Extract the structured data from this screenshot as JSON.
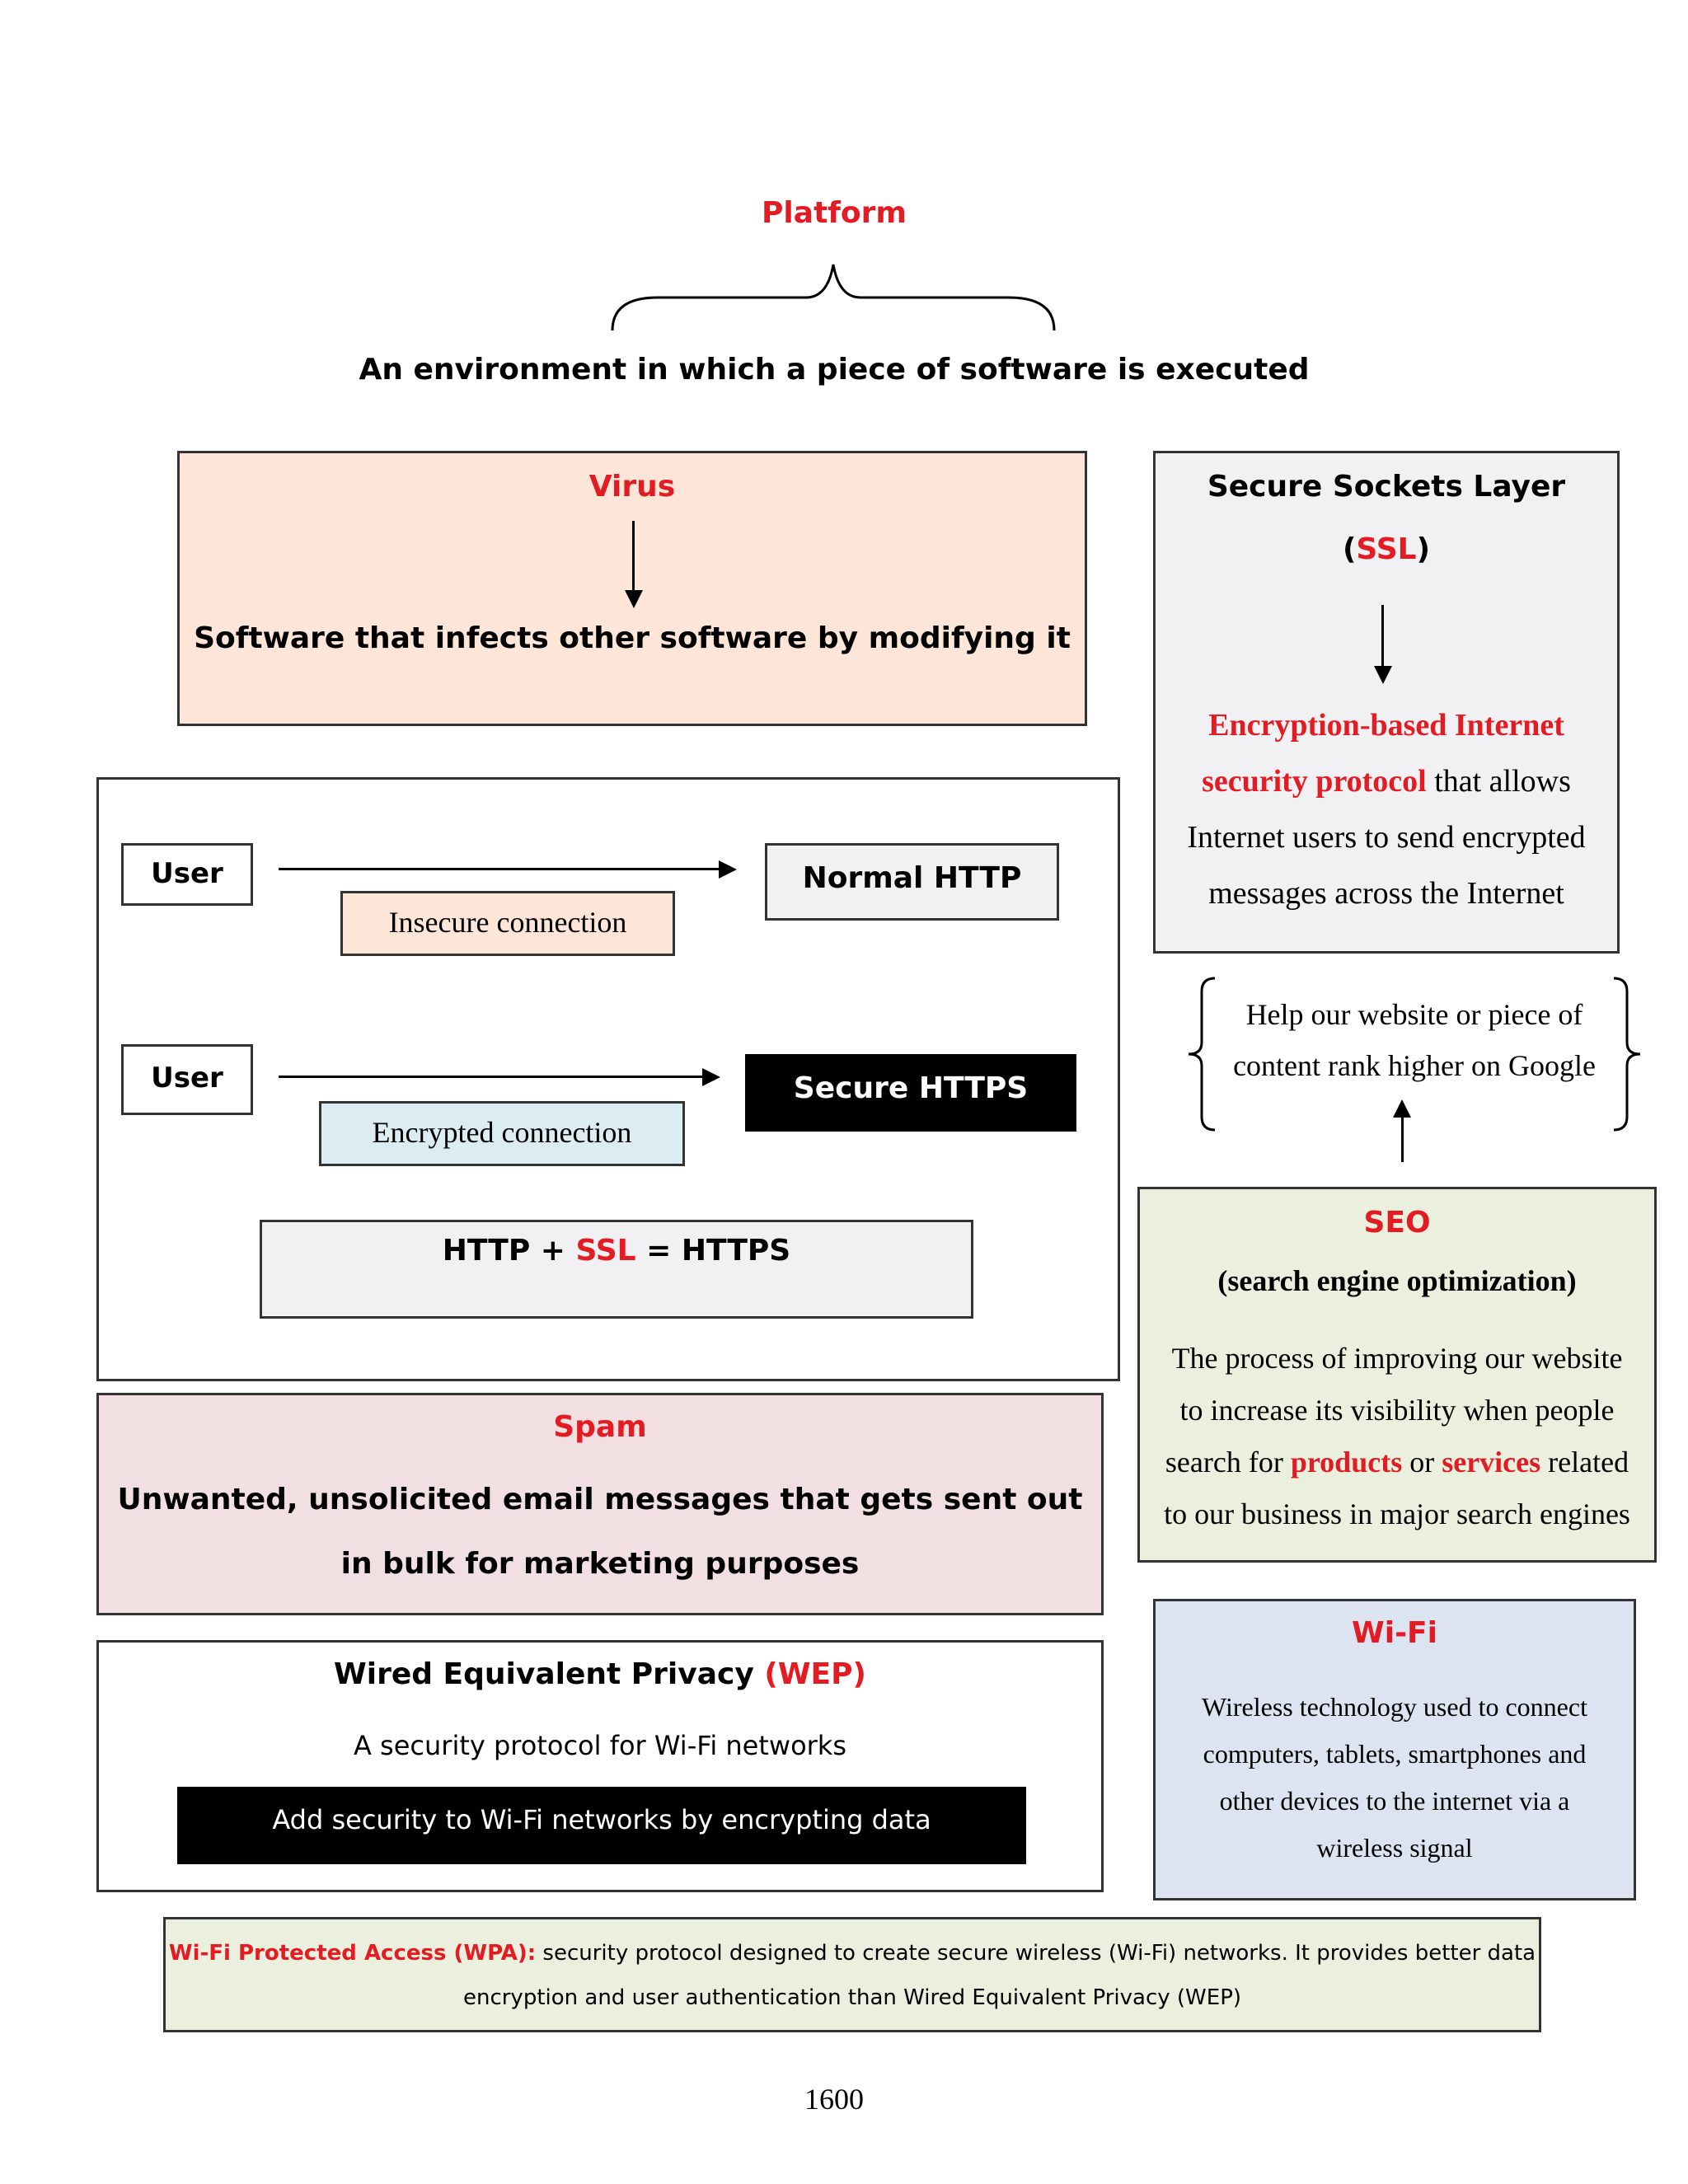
{
  "platform": {
    "title": "Platform",
    "definition": "An environment in which a piece of software is executed"
  },
  "virus": {
    "title": "Virus",
    "definition": "Software that infects other software by modifying it"
  },
  "ssl": {
    "title": "Secure Sockets Layer",
    "abbr_open": "(",
    "abbr": "SSL",
    "abbr_close": ")",
    "highlight_1": "Encryption-based Internet",
    "highlight_2": "security protocol",
    "rest_1": " that allows",
    "rest_2": "Internet users to send encrypted",
    "rest_3": "messages across the Internet"
  },
  "http_diagram": {
    "user_1": "User",
    "normal": "Normal HTTP",
    "insecure": "Insecure connection",
    "user_2": "User",
    "secure": "Secure HTTPS",
    "encrypted": "Encrypted connection",
    "formula_a": "HTTP + ",
    "formula_ssl": "SSL",
    "formula_b": " = HTTPS"
  },
  "seo_help": {
    "line_1": "Help our website or piece of",
    "line_2": "content rank higher on Google"
  },
  "seo": {
    "title": "SEO",
    "subtitle": "(search engine optimization)",
    "line_1": "The process of improving our website",
    "line_2": "to increase its visibility when people",
    "line_3a": "search for ",
    "products": "products",
    "line_3b": " or ",
    "services": "services",
    "line_3c": " related",
    "line_4": "to our business in major search engines"
  },
  "spam": {
    "title": "Spam",
    "line_1": "Unwanted, unsolicited email messages that gets sent out",
    "line_2": "in bulk for marketing purposes"
  },
  "wep": {
    "title": "Wired Equivalent Privacy ",
    "abbr": "(WEP)",
    "definition": "A security protocol for Wi-Fi networks",
    "purpose": "Add security to Wi-Fi networks by encrypting data"
  },
  "wifi": {
    "title": "Wi-Fi",
    "line_1": "Wireless technology used to connect",
    "line_2": "computers, tablets, smartphones and",
    "line_3": "other devices to the internet via a",
    "line_4": "wireless signal"
  },
  "wpa": {
    "label": "Wi-Fi Protected Access (WPA):",
    "text_1": " security protocol designed to create secure wireless (Wi-Fi) networks. It provides better data",
    "text_2": "encryption and user authentication than Wired Equivalent Privacy (WEP)"
  },
  "page_number": "1600"
}
